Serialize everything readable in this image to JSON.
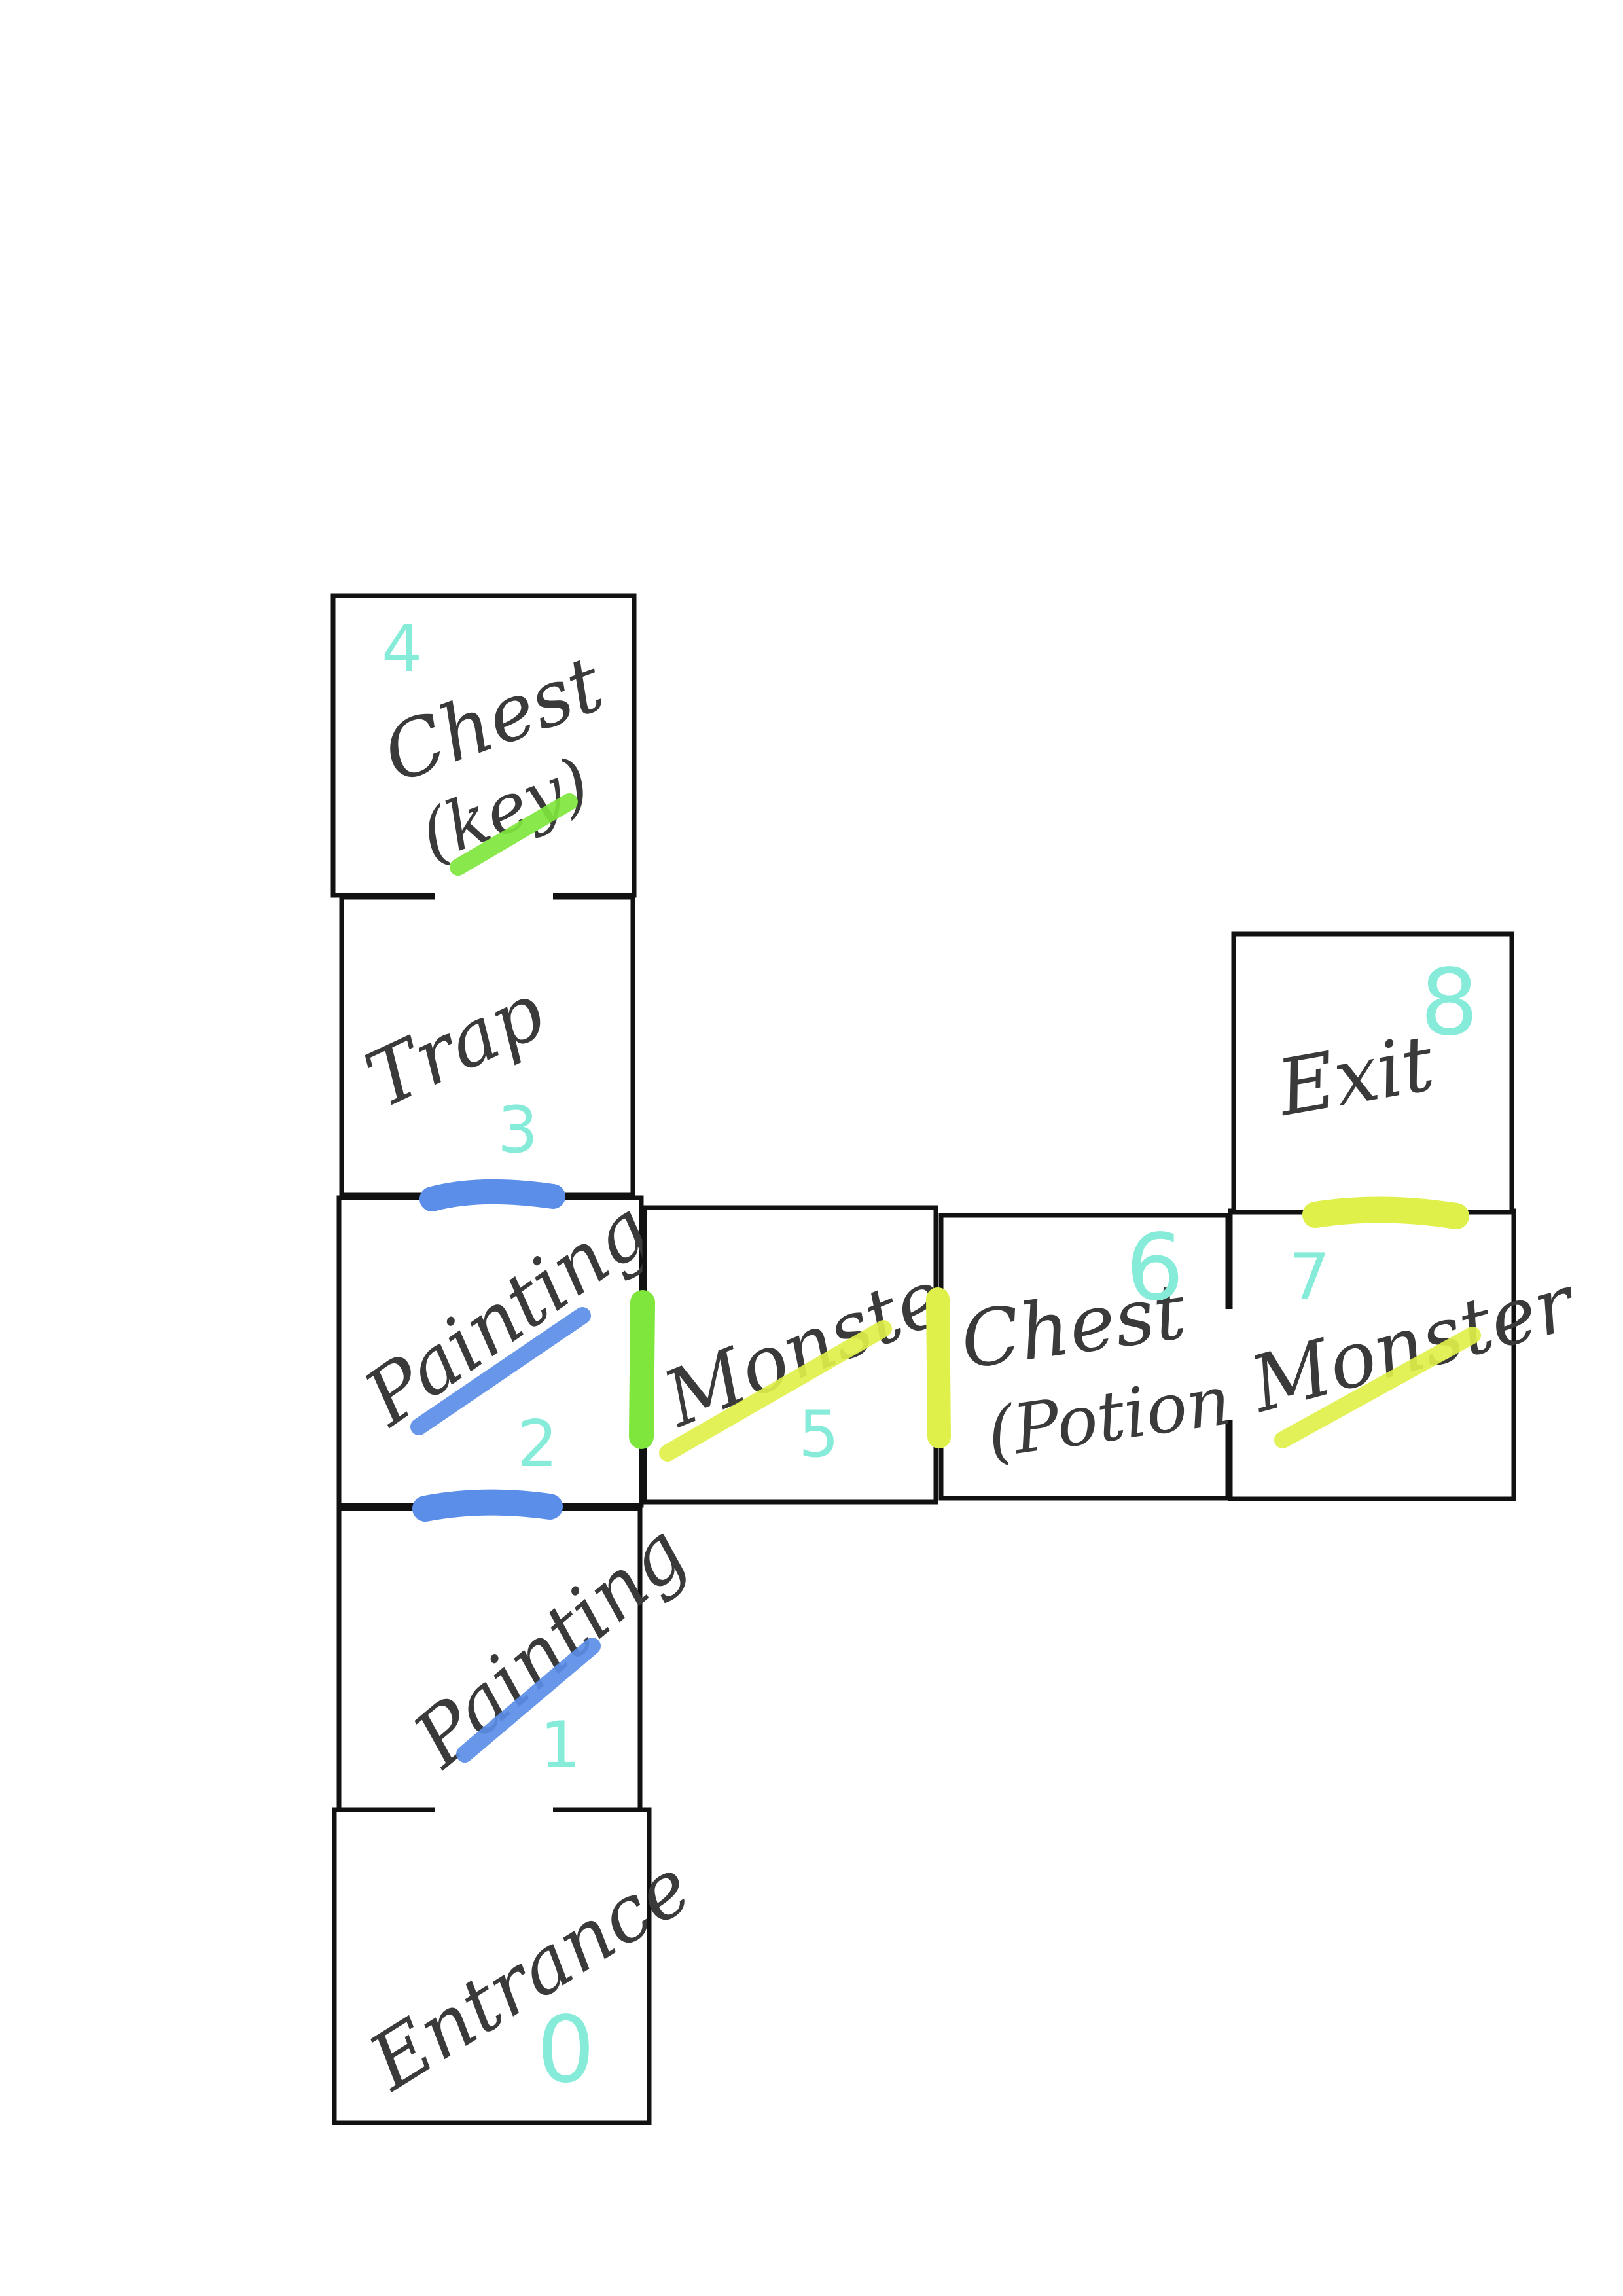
{
  "colors": {
    "line": "#111111",
    "text": "#3a3a3a",
    "number": "#86ecd9",
    "painting_blue": "#5b8ee8",
    "key_green": "#7fe63c",
    "monster_yellow": "#dff04a"
  },
  "rooms": {
    "entrance": {
      "label": "Entrance",
      "number": "0"
    },
    "painting_1": {
      "label": "Painting",
      "number": "1"
    },
    "painting_2": {
      "label": "Painting",
      "number": "2"
    },
    "trap": {
      "label": "Trap",
      "number": "3"
    },
    "chest_key": {
      "label_line1": "Chest",
      "label_line2": "(key)",
      "number": "4"
    },
    "monster_5": {
      "label": "Monster",
      "number": "5"
    },
    "chest_potion": {
      "label_line1": "Chest",
      "label_line2": "(Potion)",
      "number": "6"
    },
    "monster_7": {
      "label": "Monster",
      "number": "7"
    },
    "exit": {
      "label": "Exit",
      "number": "8"
    }
  }
}
